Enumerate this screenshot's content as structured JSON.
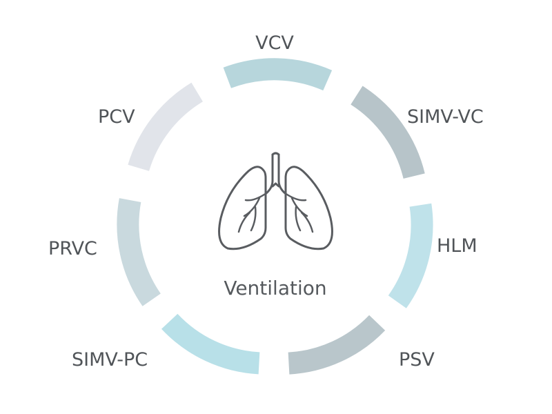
{
  "center": {
    "label": "Ventilation",
    "icon": "lungs-icon"
  },
  "modes": [
    {
      "id": "vcv",
      "label": "VCV",
      "color": "#b7d6dc"
    },
    {
      "id": "simv-vc",
      "label": "SIMV-VC",
      "color": "#b7c4c9"
    },
    {
      "id": "hlm",
      "label": "HLM",
      "color": "#bfe2ea"
    },
    {
      "id": "psv",
      "label": "PSV",
      "color": "#b9c6cb"
    },
    {
      "id": "simv-pc",
      "label": "SIMV-PC",
      "color": "#b8e0e8"
    },
    {
      "id": "prvc",
      "label": "PRVC",
      "color": "#c9d9de"
    },
    {
      "id": "pcv",
      "label": "PCV",
      "color": "#e1e4ea"
    }
  ],
  "colors": {
    "label_text": "#505458",
    "icon_stroke": "#595c60"
  }
}
